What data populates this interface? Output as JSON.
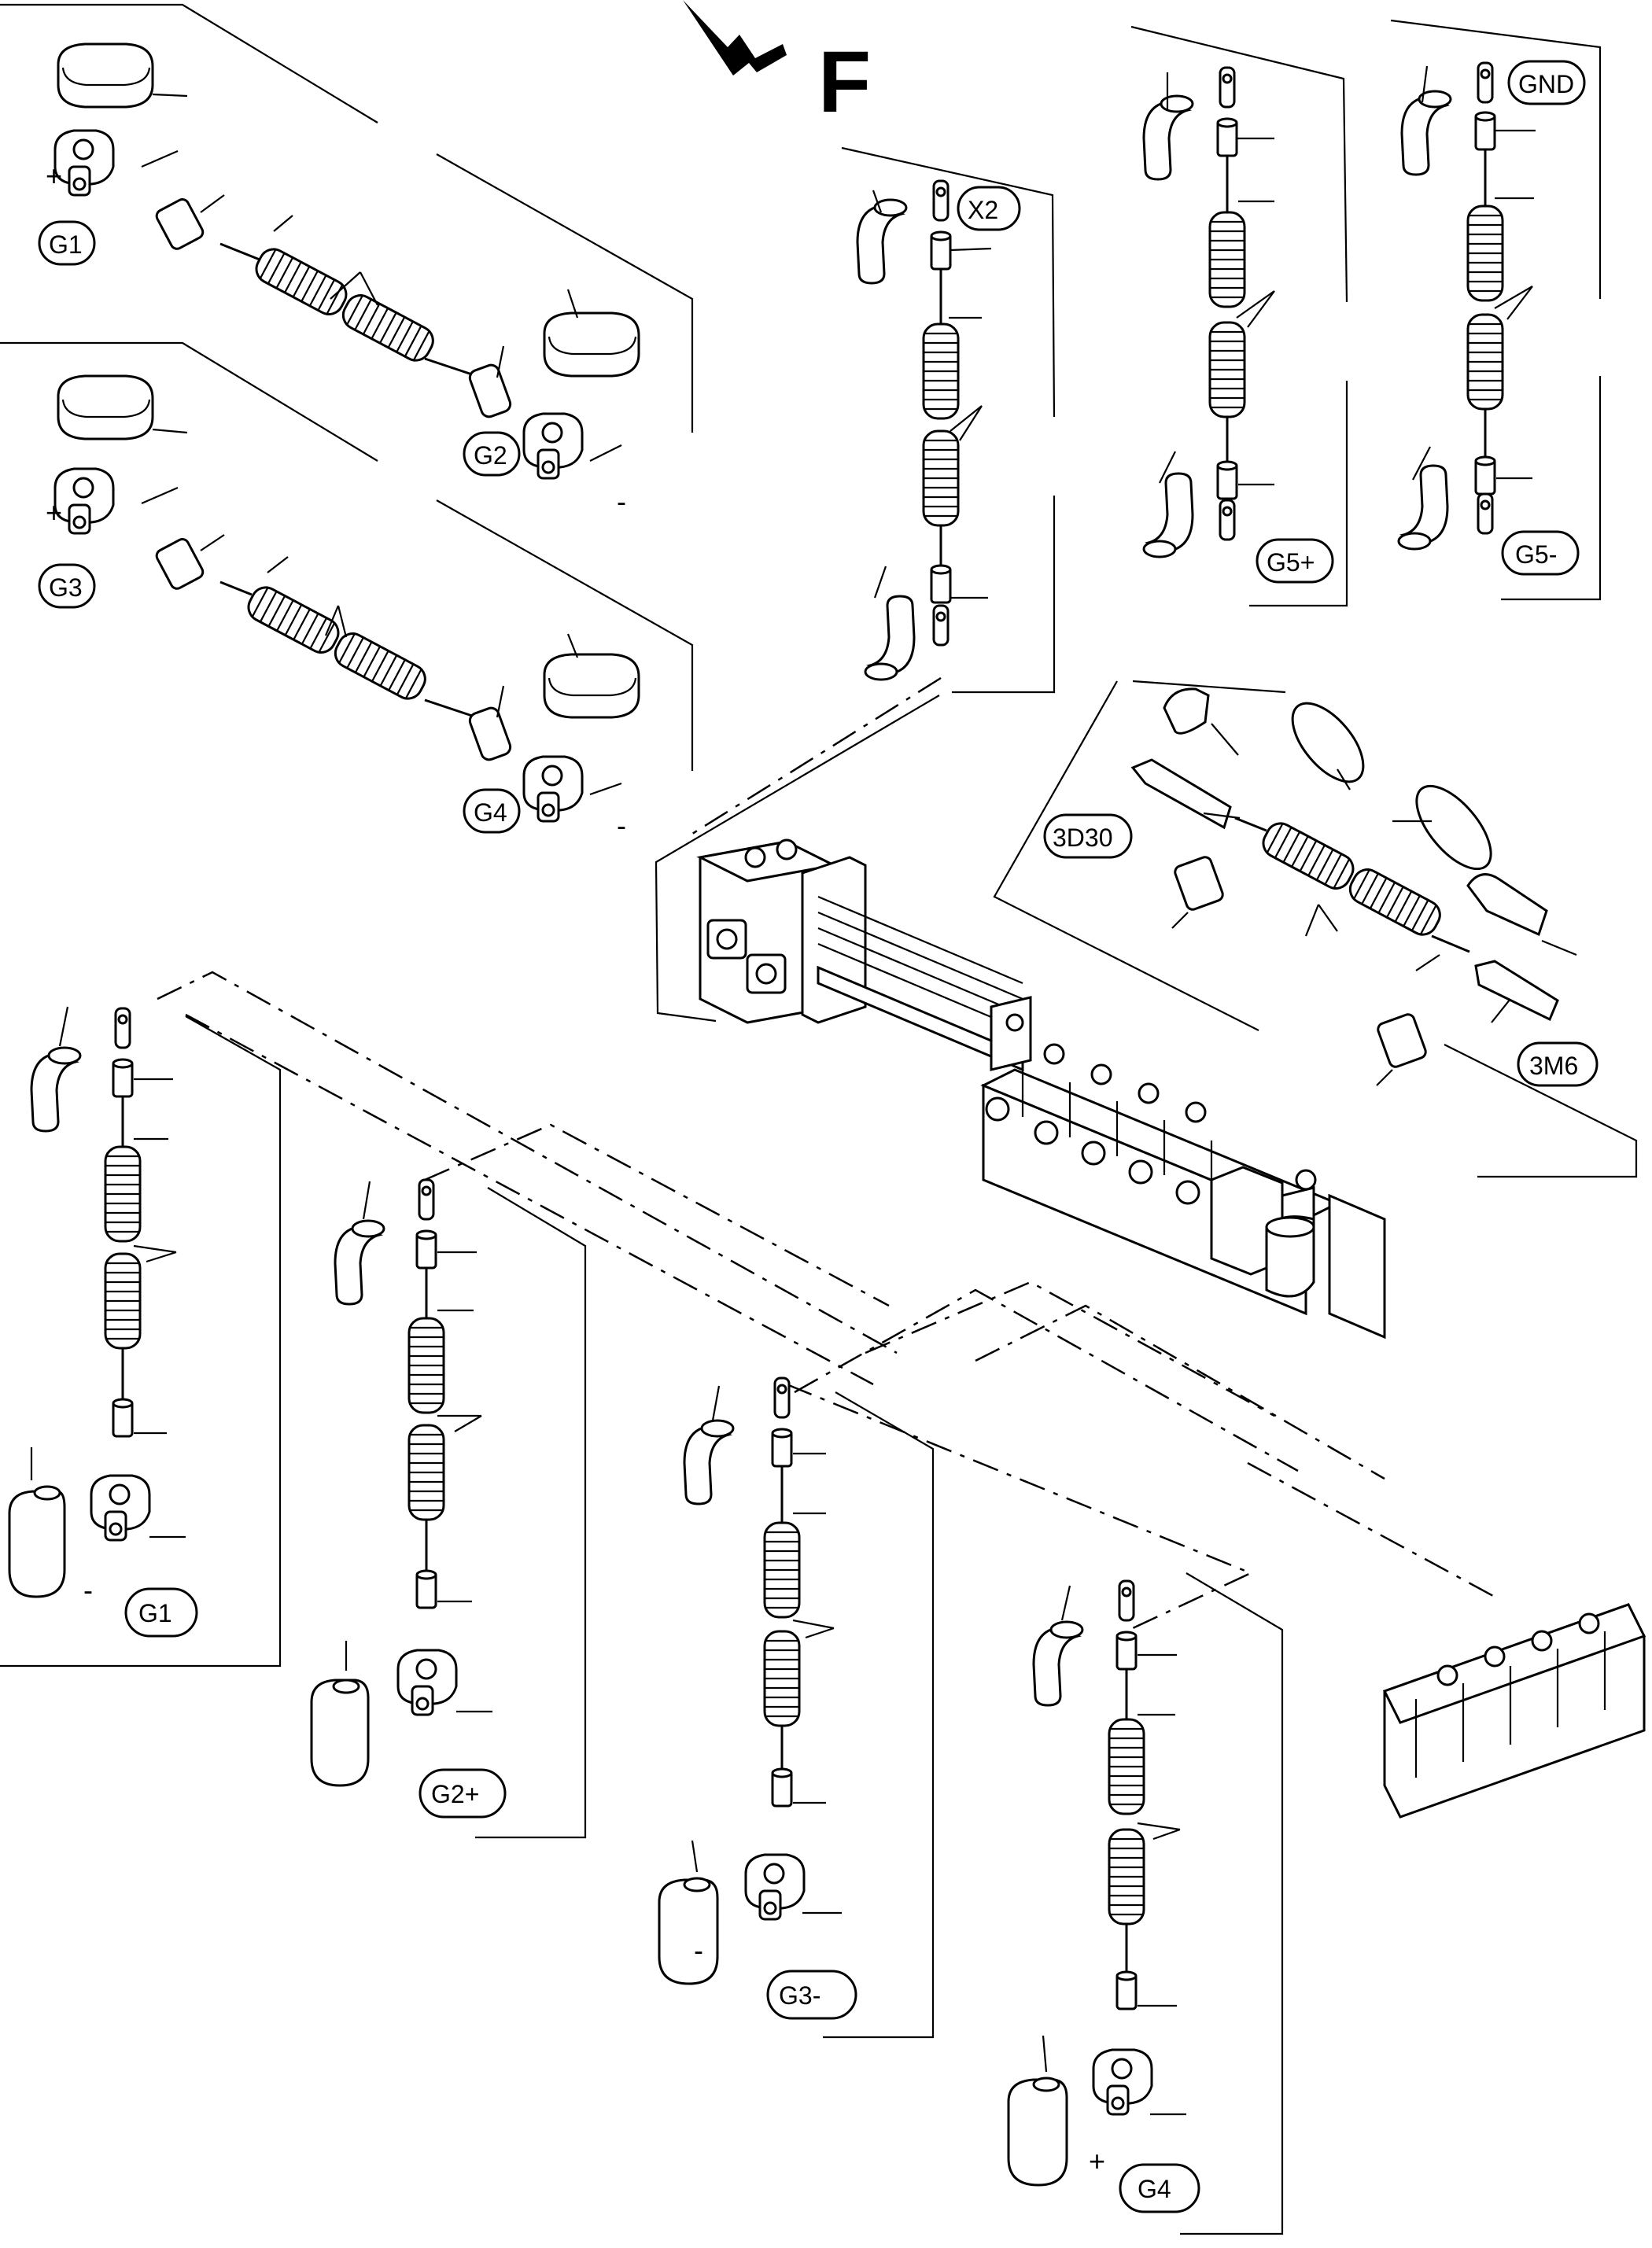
{
  "diagram": {
    "direction_label": "F",
    "labels": {
      "g1_top": "G1",
      "g2_top": "G2",
      "g3_top": "G3",
      "g4_top": "G4",
      "x2": "X2",
      "g5_plus": "G5+",
      "gnd": "GND",
      "g5_minus": "G5-",
      "d3d30": "3D30",
      "m3m6": "3M6",
      "g1_bottom": "G1",
      "g2_plus": "G2+",
      "g3_minus": "G3-",
      "g4_bottom": "G4"
    },
    "polarity": {
      "g1_top_plus": "+",
      "g2_top_minus": "-",
      "g3_top_plus": "+",
      "g4_top_minus": "-",
      "g1_bottom_minus": "-",
      "g3_bottom_minus": "-",
      "g4_bottom_plus": "+"
    }
  }
}
